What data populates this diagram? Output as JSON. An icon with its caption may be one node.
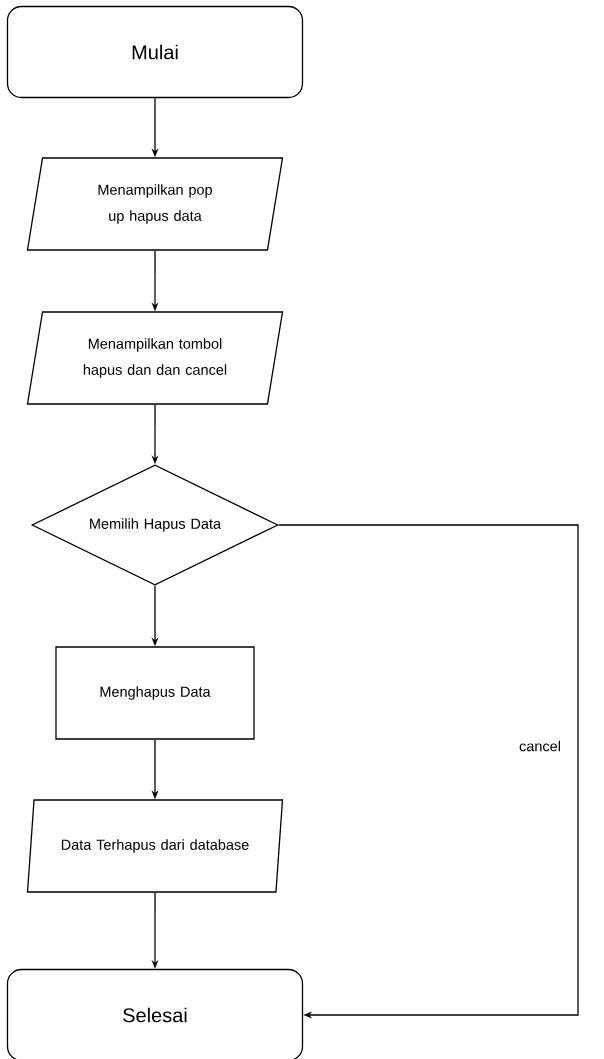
{
  "diagram": {
    "nodes": [
      {
        "text": [
          "Mulai"
        ]
      },
      {
        "text": [
          "Menampilkan pop up hapus data"
        ]
      },
      {
        "text": [
          "Menampilkan tombol hapus dan dan cancel"
        ]
      },
      {
        "text": [
          "Memilih Hapus Data"
        ]
      },
      {
        "text": [
          "Menghapus Data"
        ]
      },
      {
        "text": [
          "Data Terhapus dari database"
        ]
      },
      {
        "text": [
          "Selesai"
        ]
      }
    ],
    "edges": [
      {
        "from": 0,
        "to": 1,
        "arrow": "to"
      },
      {
        "from": 1,
        "to": 2,
        "arrow": "to"
      },
      {
        "from": 2,
        "to": 3,
        "arrow": "to"
      },
      {
        "from": 3,
        "to": 4,
        "arrow": "to"
      },
      {
        "from": 4,
        "to": 5,
        "arrow": "to"
      },
      {
        "from": 5,
        "to": 6,
        "arrow": "to"
      },
      {
        "from": 3,
        "to": 6,
        "arrow": "to",
        "label": "cancel"
      }
    ]
  }
}
